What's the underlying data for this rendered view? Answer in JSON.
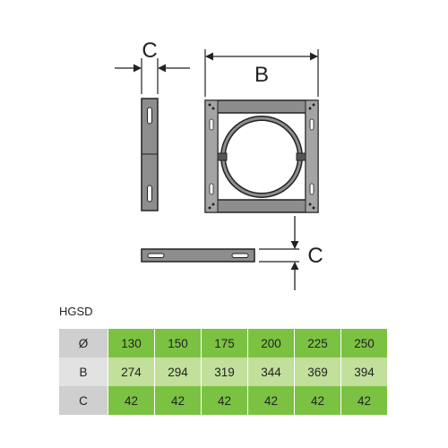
{
  "drawing": {
    "labels": {
      "side_dim": "C",
      "width_dim": "B",
      "bottom_dim": "C"
    }
  },
  "product_code": "HGSD",
  "table": {
    "rows": [
      {
        "header": "Ø",
        "values": [
          "130",
          "150",
          "175",
          "200",
          "225",
          "250"
        ]
      },
      {
        "header": "B",
        "values": [
          "274",
          "294",
          "319",
          "344",
          "369",
          "394"
        ]
      },
      {
        "header": "C",
        "values": [
          "42",
          "42",
          "42",
          "42",
          "42",
          "42"
        ]
      }
    ]
  },
  "colors": {
    "row_green": "#7cc242",
    "row_light_green": "#c2df9c",
    "header_gray": "#cfcfcf",
    "line": "#222222",
    "frame_gray": "#8d8d8d"
  }
}
